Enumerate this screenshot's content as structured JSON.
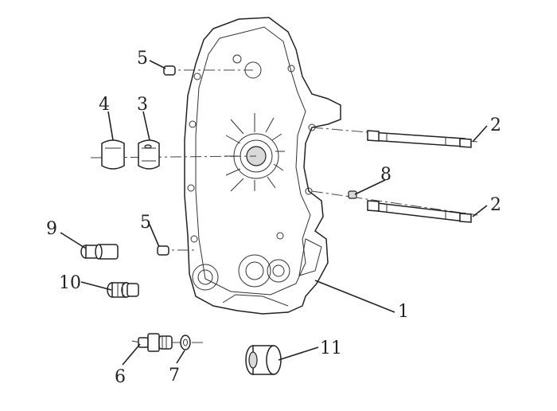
{
  "callouts": [
    {
      "id": "label-1",
      "text": "1"
    },
    {
      "id": "label-2a",
      "text": "2"
    },
    {
      "id": "label-2b",
      "text": "2"
    },
    {
      "id": "label-3",
      "text": "3"
    },
    {
      "id": "label-4",
      "text": "4"
    },
    {
      "id": "label-5a",
      "text": "5"
    },
    {
      "id": "label-5b",
      "text": "5"
    },
    {
      "id": "label-6",
      "text": "6"
    },
    {
      "id": "label-7",
      "text": "7"
    },
    {
      "id": "label-8",
      "text": "8"
    },
    {
      "id": "label-9",
      "text": "9"
    },
    {
      "id": "label-10",
      "text": "10"
    },
    {
      "id": "label-11",
      "text": "11"
    }
  ],
  "colors": {
    "line": "#222222",
    "background": "#ffffff"
  }
}
